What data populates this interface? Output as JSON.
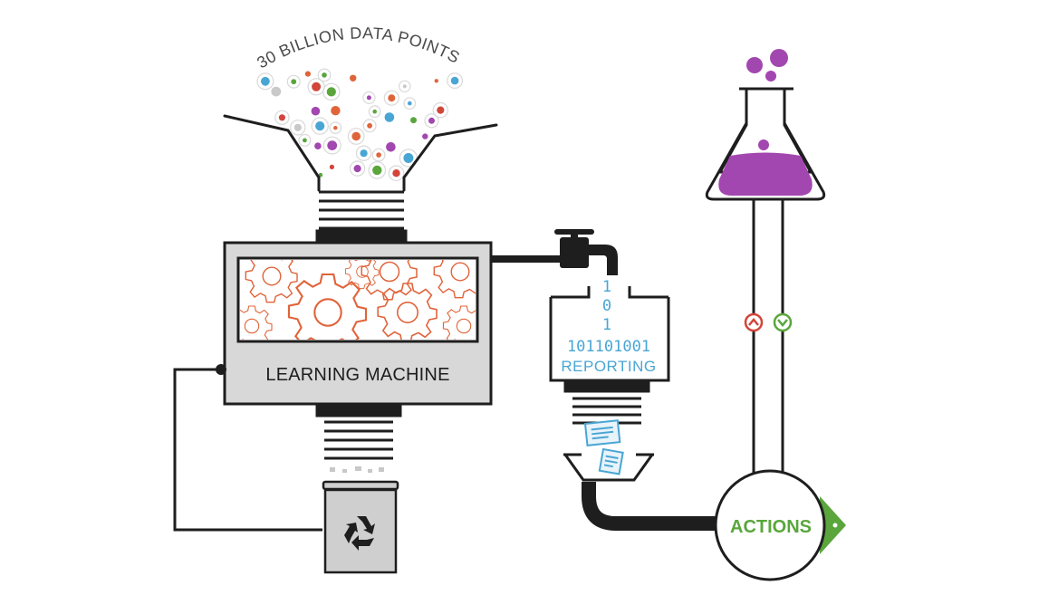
{
  "header": {
    "title": "30 BILLION DATA POINTS"
  },
  "machine": {
    "label": "LEARNING MACHINE"
  },
  "reporting": {
    "binary_lines": [
      "1",
      "0",
      "1",
      "101101001"
    ],
    "label": "REPORTING"
  },
  "actions": {
    "label": "ACTIONS"
  },
  "icons": {
    "recycle": "recycle-icon",
    "up_chevron": "chevron-up-icon",
    "down_chevron": "chevron-down-icon",
    "faucet": "faucet-icon",
    "flask": "flask-icon",
    "gears": "gear-icon"
  },
  "colors": {
    "outline": "#1e1e1e",
    "machine_fill": "#d6d6d6",
    "gear_orange": "#e0643a",
    "binary_blue": "#49a6d4",
    "flask_purple": "#a347b0",
    "action_green": "#5aa63c",
    "up_red": "#d2453a"
  }
}
